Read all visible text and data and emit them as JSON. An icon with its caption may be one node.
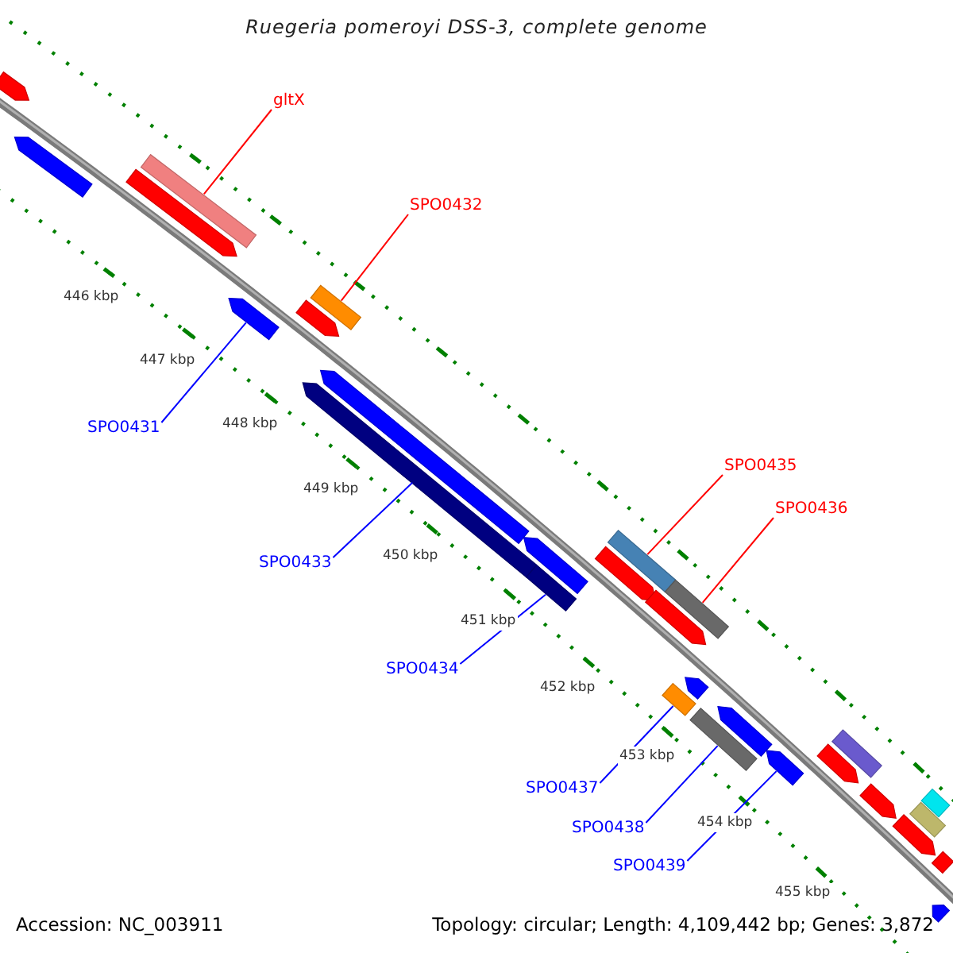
{
  "diagram": {
    "title": "Ruegeria pomeroyi DSS-3, complete genome",
    "nodes": [
      {
        "text": [
          "gltX"
        ]
      },
      {
        "text": [],
        "shape": "bar"
      },
      {
        "text": [
          "SPO0432"
        ]
      },
      {
        "text": [],
        "shape": "bar"
      },
      {
        "text": [
          "SPO0431"
        ]
      },
      {
        "text": [],
        "shape": "bar"
      },
      {
        "text": [
          "SPO0433"
        ]
      },
      {
        "text": [],
        "shape": "bar"
      },
      {
        "text": [
          "SPO0434"
        ]
      },
      {
        "text": [],
        "shape": "bar"
      },
      {
        "text": [
          "SPO0435"
        ]
      },
      {
        "text": [],
        "shape": "bar"
      },
      {
        "text": [
          "SPO0436"
        ]
      },
      {
        "text": [],
        "shape": "bar"
      },
      {
        "text": [
          "SPO0437"
        ]
      },
      {
        "text": [],
        "shape": "bar"
      },
      {
        "text": [
          "SPO0438"
        ]
      },
      {
        "text": [],
        "shape": "bar"
      },
      {
        "text": [
          "SPO0439"
        ]
      },
      {
        "text": [],
        "shape": "bar"
      },
      {
        "text": [],
        "shape": "bar"
      },
      {
        "text": [],
        "shape": "bar"
      },
      {
        "text": [],
        "shape": "bar"
      },
      {
        "text": [],
        "shape": "bar"
      },
      {
        "text": [],
        "shape": "bar"
      },
      {
        "text": [],
        "shape": "bar"
      },
      {
        "text": [],
        "shape": "bar"
      },
      {
        "text": [],
        "shape": "bar"
      },
      {
        "text": [],
        "shape": "bar"
      },
      {
        "text": [],
        "shape": "bar"
      },
      {
        "text": [],
        "shape": "bar"
      },
      {
        "text": [],
        "shape": "bar"
      },
      {
        "text": [],
        "shape": "bar"
      },
      {
        "text": [],
        "shape": "bar"
      },
      {
        "text": [],
        "shape": "bar"
      },
      {
        "text": [],
        "shape": "bar"
      },
      {
        "text": [],
        "shape": "bar"
      },
      {
        "text": [],
        "shape": "bar"
      }
    ],
    "edges": [
      {
        "from": 0,
        "to": 1,
        "arrow": "none",
        "color": "#ff0000"
      },
      {
        "from": 2,
        "to": 3,
        "arrow": "none",
        "color": "#ff0000"
      },
      {
        "from": 4,
        "to": 5,
        "arrow": "none"
      },
      {
        "from": 6,
        "to": 7,
        "arrow": "none"
      },
      {
        "from": 8,
        "to": 9,
        "arrow": "none"
      },
      {
        "from": 10,
        "to": 11,
        "arrow": "none",
        "color": "#ff0000"
      },
      {
        "from": 12,
        "to": 13,
        "arrow": "none",
        "color": "#ff0000"
      },
      {
        "from": 14,
        "to": 15,
        "arrow": "none"
      },
      {
        "from": 16,
        "to": 17,
        "arrow": "none"
      },
      {
        "from": 18,
        "to": 19,
        "arrow": "none"
      }
    ],
    "labels": [
      "446 kbp",
      "447 kbp",
      "448 kbp",
      "449 kbp",
      "450 kbp",
      "451 kbp",
      "452 kbp",
      "453 kbp",
      "454 kbp",
      "455 kbp",
      "Accession: NC_003911",
      "Topology: circular; Length: 4,109,442 bp; Genes: 3,872"
    ]
  }
}
